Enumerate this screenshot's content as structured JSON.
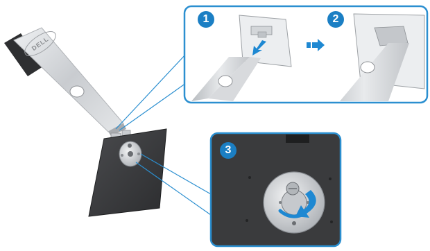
{
  "steps": [
    {
      "number": "1"
    },
    {
      "number": "2"
    },
    {
      "number": "3"
    }
  ],
  "brand_logo_text": "DELL",
  "colors": {
    "callout_border": "#2b8fd0",
    "badge": "#1b7fc4",
    "arrow": "#1e88d2",
    "stand_silver": "#d6d8db",
    "panel_dark": "#3a3b3d"
  },
  "icons": [
    "step-badge",
    "arrow-right-icon",
    "rotate-arrow-icon",
    "screw-icon"
  ]
}
